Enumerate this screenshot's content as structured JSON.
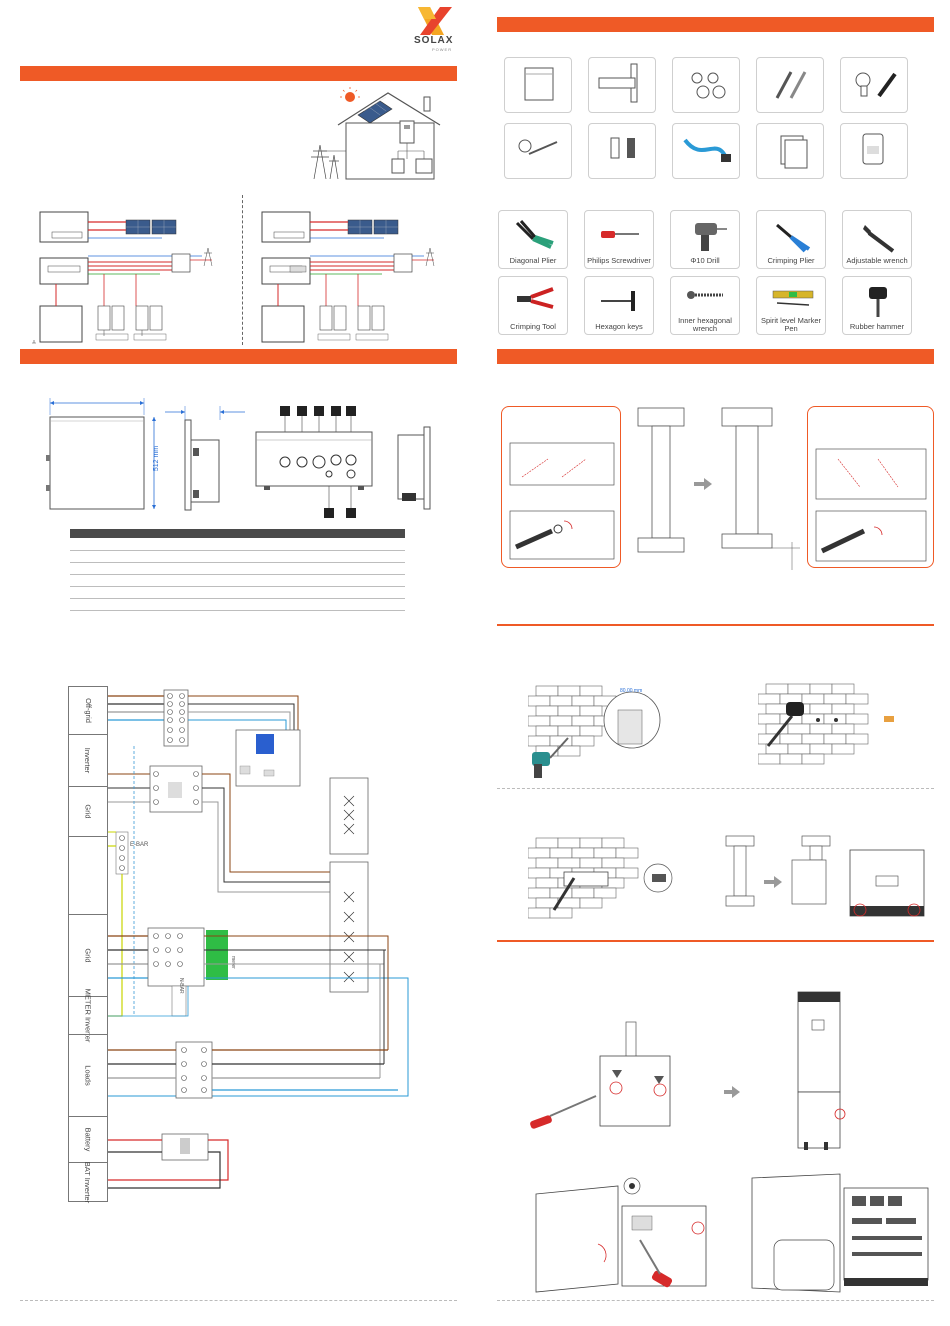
{
  "brand": {
    "name": "SOLAX",
    "tagline": "POWER",
    "colors": {
      "accent": "#ef5a26",
      "logo_yellow": "#f5a623",
      "logo_red": "#e8432d"
    }
  },
  "tools": [
    {
      "id": "diagonal-plier",
      "label": "Diagonal Plier"
    },
    {
      "id": "philips-screwdriver",
      "label": "Philips Screwdriver"
    },
    {
      "id": "drill",
      "label": "Φ10 Drill"
    },
    {
      "id": "crimping-plier",
      "label": "Crimping Plier"
    },
    {
      "id": "adjustable-wrench",
      "label": "Adjustable wrench"
    },
    {
      "id": "crimping-tool",
      "label": "Crimping Tool"
    },
    {
      "id": "hexagon-keys",
      "label": "Hexagon keys"
    },
    {
      "id": "inner-hexagonal-wrench",
      "label": "Inner hexagonal wrench"
    },
    {
      "id": "spirit-level",
      "label": "Spirit level Marker Pen"
    },
    {
      "id": "rubber-hammer",
      "label": "Rubber hammer"
    }
  ],
  "dimensions": {
    "height_label": "512 mm",
    "wall_hole_label": "80.00 mm"
  },
  "wiring": {
    "side_labels": [
      {
        "id": "off-grid",
        "text": "Off-grid"
      },
      {
        "id": "inverter-top",
        "text": "Inverter"
      },
      {
        "id": "grid-inner",
        "text": "Grid"
      },
      {
        "id": "grid",
        "text": "Grid"
      },
      {
        "id": "meter-inverter",
        "text": "METER Inverter"
      },
      {
        "id": "loads",
        "text": "Loads"
      },
      {
        "id": "battery",
        "text": "Battery"
      },
      {
        "id": "bat-inverter",
        "text": "BAT Inverter"
      }
    ],
    "ebar_label": "E-BAR",
    "nbar_label": "N-BAR",
    "meter_label": "meter"
  },
  "connector_markers": [
    "",
    "",
    "",
    "",
    "",
    "",
    ""
  ]
}
